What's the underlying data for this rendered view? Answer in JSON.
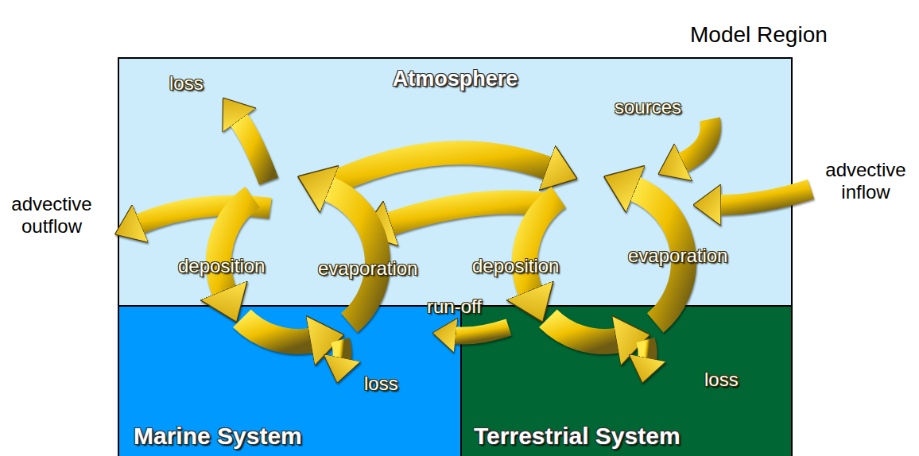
{
  "diagram": {
    "nodes": [
      {
        "text": [
          "Model Region"
        ]
      },
      {
        "text": [
          "Atmosphere"
        ],
        "in": 0
      },
      {
        "text": [
          "Marine System"
        ],
        "in": 0
      },
      {
        "text": [
          "Terrestrial System"
        ],
        "in": 0
      }
    ],
    "edges": [
      {
        "from": 1,
        "to": 2,
        "label": "deposition",
        "arrow": "to"
      },
      {
        "from": 2,
        "to": 1,
        "label": "evaporation",
        "arrow": "to"
      },
      {
        "from": 1,
        "to": 3,
        "label": "deposition",
        "arrow": "to"
      },
      {
        "from": 3,
        "to": 1,
        "label": "evaporation",
        "arrow": "to"
      },
      {
        "from": 3,
        "to": 2,
        "label": "run-off",
        "arrow": "to"
      }
    ],
    "labels": [
      "loss",
      "sources",
      "advective inflow",
      "advective outflow",
      "loss",
      "loss"
    ]
  }
}
